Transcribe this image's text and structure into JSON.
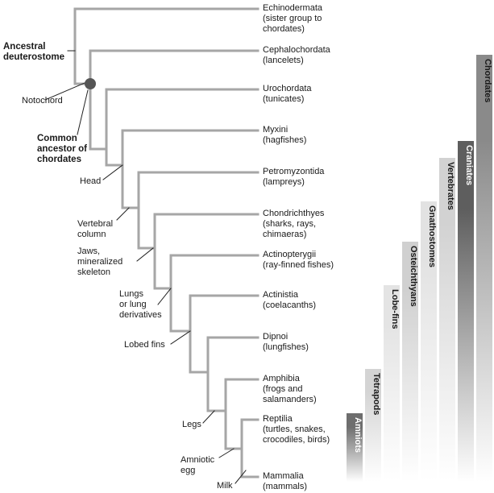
{
  "taxa": [
    [
      "Echinodermata",
      "(sister group to",
      "chordates)"
    ],
    [
      "Cephalochordata",
      "(lancelets)"
    ],
    [
      "Urochordata",
      "(tunicates)"
    ],
    [
      "Myxini",
      "(hagfishes)"
    ],
    [
      "Petromyzontida",
      "(lampreys)"
    ],
    [
      "Chondrichthyes",
      "(sharks, rays,",
      "chimaeras)"
    ],
    [
      "Actinopterygii",
      "(ray-finned fishes)"
    ],
    [
      "Actinistia",
      "(coelacanths)"
    ],
    [
      "Dipnoi",
      "(lungfishes)"
    ],
    [
      "Amphibia",
      "(frogs and",
      "salamanders)"
    ],
    [
      "Reptilia",
      "(turtles, snakes,",
      "crocodiles, birds)"
    ],
    [
      "Mammalia",
      "(mammals)"
    ]
  ],
  "ancestors": {
    "deuterostome": [
      "Ancestral",
      "deuterostome"
    ],
    "chordates": [
      "Common",
      "ancestor of",
      "chordates"
    ]
  },
  "traits": [
    [
      "Notochord"
    ],
    [
      "Head"
    ],
    [
      "Vertebral",
      "column"
    ],
    [
      "Jaws,",
      "mineralized",
      "skeleton"
    ],
    [
      "Lungs",
      "or lung",
      "derivatives"
    ],
    [
      "Lobed fins"
    ],
    [
      "Legs"
    ],
    [
      "Amniotic",
      "egg"
    ],
    [
      "Milk"
    ]
  ],
  "clades": [
    {
      "label": "Chordates",
      "color": "#8a8a8a",
      "text_light": false
    },
    {
      "label": "Craniates",
      "color": "#5e5e5e",
      "text_light": true
    },
    {
      "label": "Vertebrates",
      "color": "#d2d2d2",
      "text_light": false
    },
    {
      "label": "Gnathostomes",
      "color": "#e2e2e2",
      "text_light": false
    },
    {
      "label": "Osteichthyans",
      "color": "#d0d0d0",
      "text_light": false
    },
    {
      "label": "Lobe-fins",
      "color": "#e4e4e4",
      "text_light": false
    },
    {
      "label": "Tetrapods",
      "color": "#d4d4d4",
      "text_light": false
    },
    {
      "label": "Amniots",
      "color": "#6e6e6e",
      "text_light": true
    }
  ],
  "colors": {
    "branch": "#a6a6a6",
    "node": "#555555",
    "pointer": "#222222"
  }
}
